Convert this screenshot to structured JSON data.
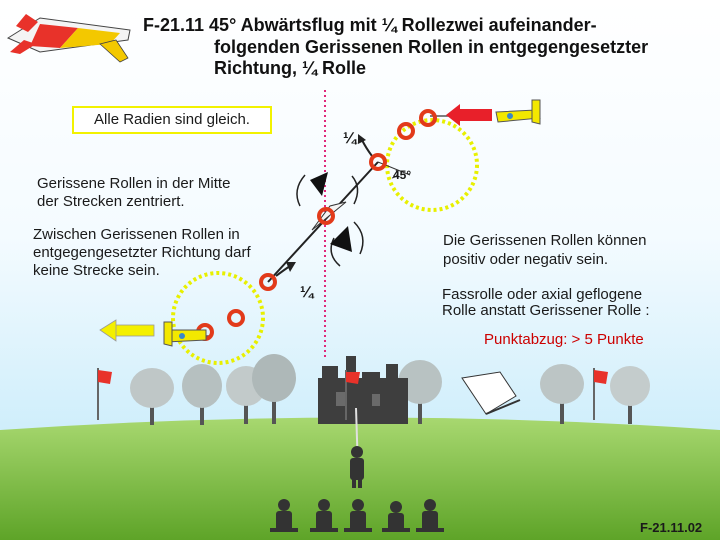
{
  "title": {
    "line1": "F-21.11 45° Abwärtsflug mit ¼ Rollezwei aufeinander-",
    "line2": "folgenden Gerissenen Rollen in entgegengesetzter",
    "line3": "Richtung, ¼ Rolle"
  },
  "notes": {
    "radii": "Alle Radien sind gleich.",
    "centered_line1": "Gerissene Rollen in der Mitte",
    "centered_line2": "der Strecken zentriert.",
    "between_line1": "Zwischen Gerissenen Rollen in",
    "between_line2": "entgegengesetzter Richtung darf",
    "between_line3": "keine Strecke sein.",
    "posneg_line1": "Die Gerissenen Rollen können",
    "posneg_line2": "positiv oder negativ sein.",
    "fassrolle_line1": "Fassrolle oder axial geflogene",
    "fassrolle_line2": "Rolle anstatt Gerissener Rolle :",
    "penalty": "Punktabzug: > 5 Punkte"
  },
  "labels": {
    "quarter_top": "¼",
    "quarter_bottom": "¼",
    "angle": "45°"
  },
  "footer": {
    "code": "F-21.11.02"
  },
  "colors": {
    "sky": "#8fd3f0",
    "ground": "#7fc23a",
    "loop": "#e8f000",
    "marker": "#e23a1a",
    "arrow_red": "#e8202a",
    "arrow_yellow": "#f4f000",
    "centerline": "#e0287a",
    "penalty": "#cc0000"
  }
}
